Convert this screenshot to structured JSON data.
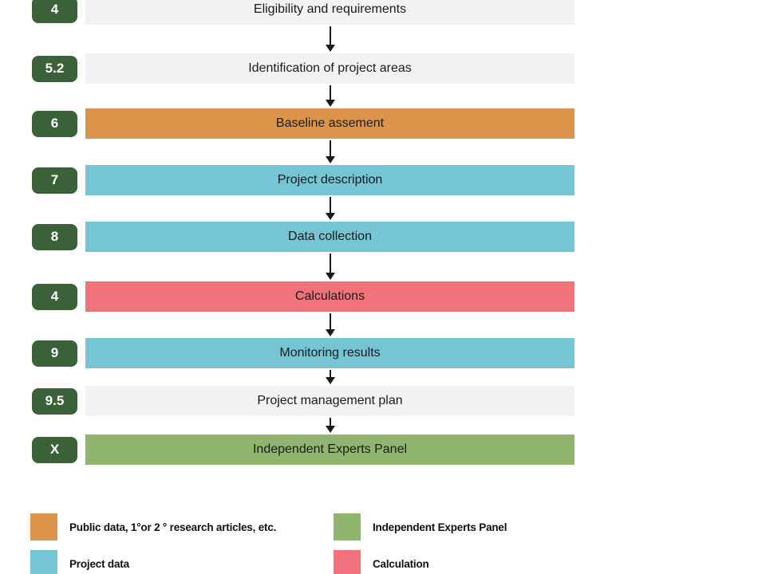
{
  "colors": {
    "badge": "#3A6138",
    "neutral": "#F2F2F2",
    "public_data": "#DD944A",
    "project_data": "#75C5D5",
    "calculation": "#F0737B",
    "panel": "#8FB56F",
    "arrow": "#1A1A1A"
  },
  "steps": [
    {
      "badge": "4",
      "label": "Eligibility and requirements",
      "type": "neutral"
    },
    {
      "badge": "5.2",
      "label": "Identification of project areas",
      "type": "neutral"
    },
    {
      "badge": "6",
      "label": "Baseline assement",
      "type": "public_data"
    },
    {
      "badge": "7",
      "label": "Project description",
      "type": "project_data"
    },
    {
      "badge": "8",
      "label": "Data collection",
      "type": "project_data"
    },
    {
      "badge": "4",
      "label": "Calculations",
      "type": "calculation"
    },
    {
      "badge": "9",
      "label": "Monitoring results",
      "type": "project_data"
    },
    {
      "badge": "9.5",
      "label": "Project management plan",
      "type": "neutral"
    },
    {
      "badge": "X",
      "label": "Independent Experts Panel",
      "type": "panel"
    }
  ],
  "legend": [
    {
      "label": "Public data, 1°or 2 ° research articles, etc.",
      "type": "public_data"
    },
    {
      "label": "Project data",
      "type": "project_data"
    },
    {
      "label": "Independent Experts Panel",
      "type": "panel"
    },
    {
      "label": "Calculation",
      "type": "calculation"
    }
  ]
}
